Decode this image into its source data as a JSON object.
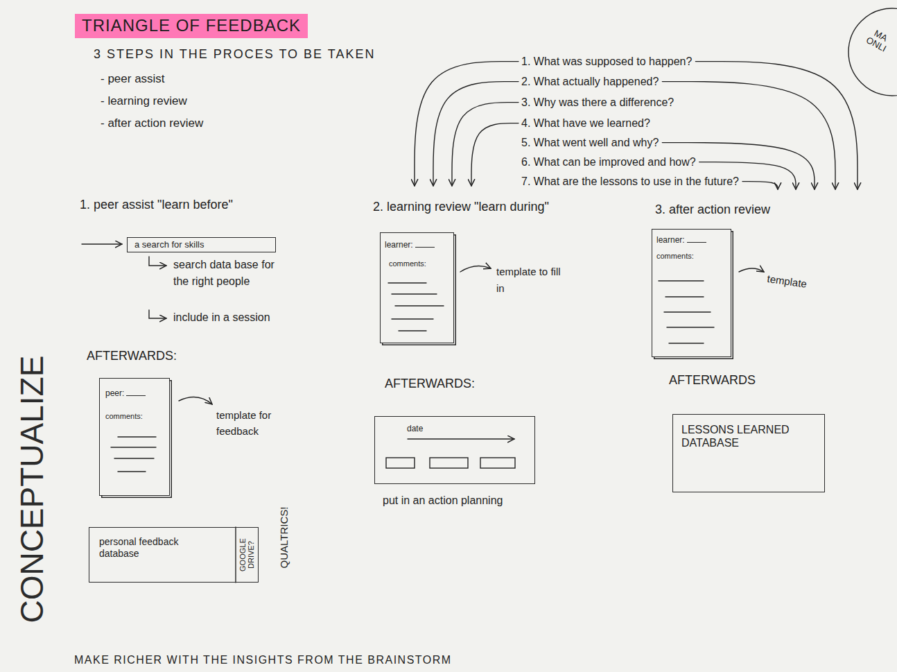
{
  "diagram": {
    "title": "TRIANGLE OF FEEDBACK",
    "caption": "MAKE RICHER WITH THE INSIGHTS FROM THE BRAINSTORM",
    "nodes": [
      {
        "text": [
          "MA ONLI"
        ]
      },
      {
        "text": [
          "a search for skills"
        ]
      },
      {
        "text": [
          "peer:",
          "comments:"
        ]
      },
      {
        "text": [
          "personal feedback database",
          "GOOGLE DRIVE?"
        ]
      },
      {
        "text": [
          "learner:",
          "comments:"
        ]
      },
      {
        "text": [
          "date"
        ]
      },
      {
        "text": [
          "learner:",
          "comments:"
        ]
      },
      {
        "text": [
          "LESSONS LEARNED DATABASE"
        ]
      }
    ],
    "labels": [
      "3 STEPS IN THE PROCES TO BE TAKEN",
      "- peer assist",
      "- learning review",
      "- after action review",
      "1. What was supposed to happen?",
      "2. What actually happened?",
      "3. Why was there a difference?",
      "4. What have we learned?",
      "5. What went well and why?",
      "6. What can be improved and how?",
      "7. What are the lessons to use in the future?",
      "1. peer assist \"learn before\"",
      "2. learning review \"learn during\"",
      "3. after action review",
      "search data base for the right people",
      "include in a session",
      "template to fill in",
      "template",
      "AFTERWARDS:",
      "template for feedback",
      "QUALTRICS!",
      "AFTERWARDS:",
      "put in an action planning",
      "AFTERWARDS",
      "CONCEPTUALIZE"
    ]
  }
}
